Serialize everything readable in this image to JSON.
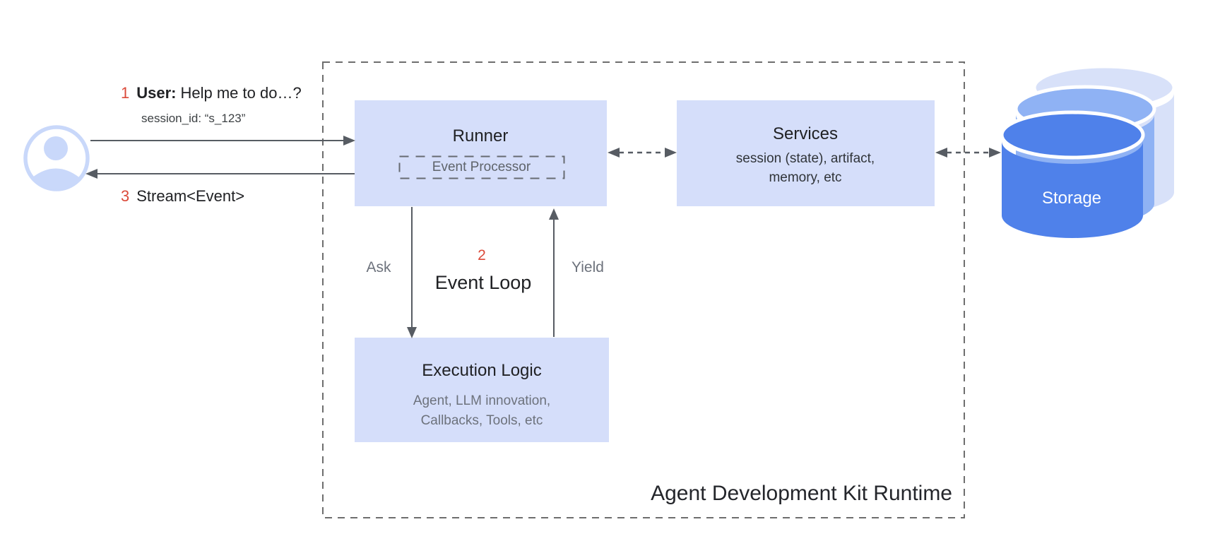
{
  "palette": {
    "box_fill": "#d5defa",
    "storage_front_blue": "#4f81ea",
    "storage_mid_blue": "#8fb2f4",
    "storage_back_blue": "#d8e1f9",
    "avatar_blue": "#c9d8fa",
    "step_red": "#db4a3a",
    "arrow_gray": "#575c63",
    "dash_gray": "#6e6e6e",
    "dark_text": "#202124",
    "muted_text": "#6d727c"
  },
  "user_flow": {
    "step1_num": "1",
    "step1_label": "User:",
    "step1_text": "Help me to do…?",
    "session_line": "session_id: “s_123”",
    "step3_num": "3",
    "step3_text": "Stream<Event>"
  },
  "runner": {
    "title": "Runner",
    "subcomponent": "Event Processor"
  },
  "services": {
    "title": "Services",
    "detail_line1": "session (state), artifact,",
    "detail_line2": "memory, etc"
  },
  "event_loop": {
    "step_num": "2",
    "title": "Event Loop",
    "ask_label": "Ask",
    "yield_label": "Yield"
  },
  "execution_logic": {
    "title": "Execution Logic",
    "detail_line1": "Agent, LLM innovation,",
    "detail_line2": "Callbacks, Tools, etc"
  },
  "storage": {
    "label": "Storage"
  },
  "runtime": {
    "label": "Agent Development Kit Runtime"
  }
}
